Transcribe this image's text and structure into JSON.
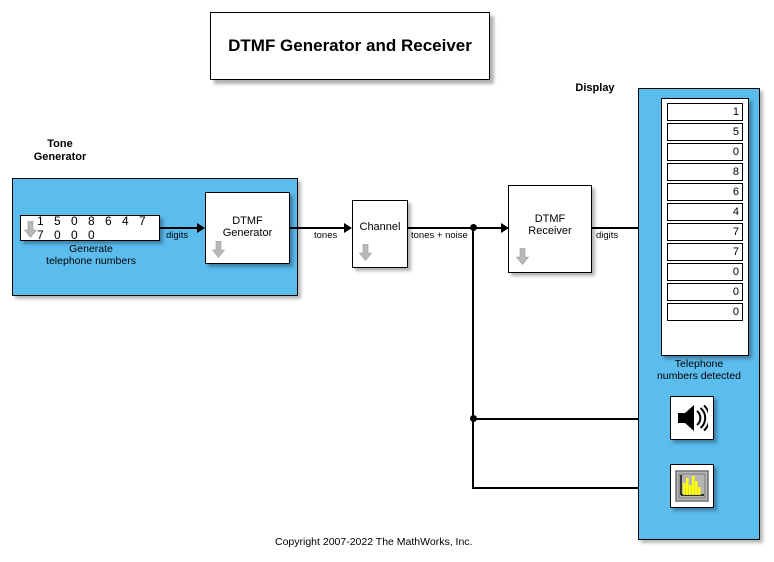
{
  "title_block": {
    "text": "DTMF Generator and Receiver"
  },
  "tone_generator": {
    "group_title": "Tone\nGenerator",
    "source": {
      "digits": "1 5 0 8 6 4 7 7 0 0 0",
      "caption": "Generate\ntelephone numbers",
      "sub_arrow_icon": "subsystem-down-arrow-icon"
    },
    "generator_block": {
      "label": "DTMF\nGenerator",
      "sub_arrow_icon": "subsystem-down-arrow-icon"
    }
  },
  "channel_block": {
    "label": "Channel",
    "sub_arrow_icon": "subsystem-down-arrow-icon"
  },
  "receiver_block": {
    "label": "DTMF\nReceiver",
    "sub_arrow_icon": "subsystem-down-arrow-icon"
  },
  "display": {
    "group_title": "Display",
    "caption": "Telephone\nnumbers detected",
    "detected_digits": [
      "1",
      "5",
      "0",
      "8",
      "6",
      "4",
      "7",
      "7",
      "0",
      "0",
      "0"
    ],
    "audio_sink": {
      "icon": "speaker-icon"
    },
    "scope_sink": {
      "icon": "spectrum-scope-icon"
    }
  },
  "signals": {
    "digits_in": "digits",
    "tones": "tones",
    "tones_plus_noise": "tones + noise",
    "digits_out": "digits"
  },
  "footer": {
    "copyright": "Copyright 2007-2022 The MathWorks, Inc."
  },
  "colors": {
    "panel_blue": "#5bbcee",
    "block_white": "#ffffff",
    "line_black": "#000000",
    "sub_arrow_grey": "#b8b8b8",
    "scope_screen": "#b5b5b5",
    "scope_bars": "#ffff00"
  }
}
